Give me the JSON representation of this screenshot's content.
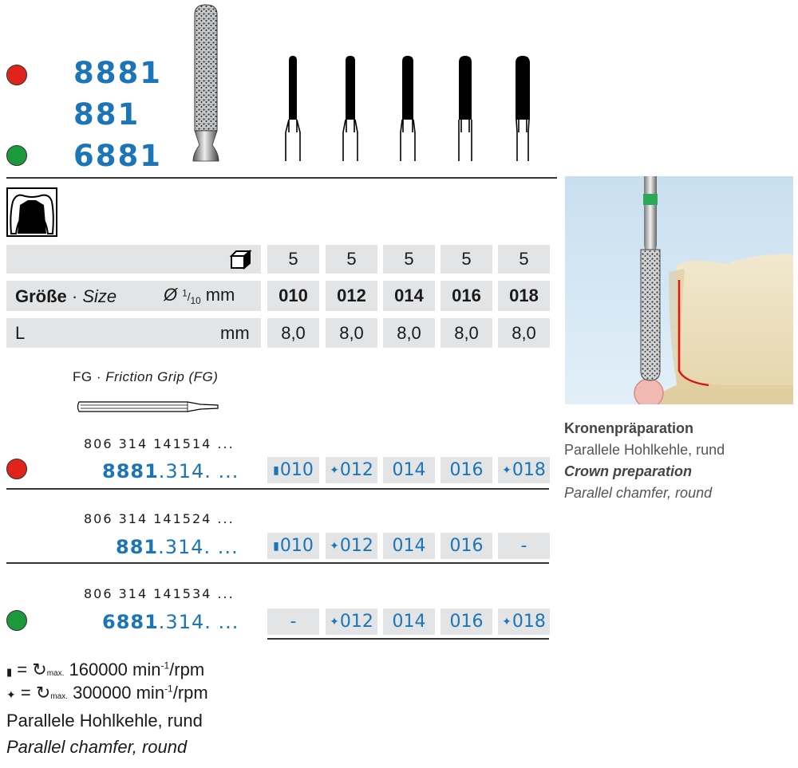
{
  "products": {
    "red_color": "#e0241b",
    "green_color": "#1a9a3c",
    "numbers": [
      "8881",
      "881",
      "6881"
    ]
  },
  "table": {
    "pack_values": [
      "5",
      "5",
      "5",
      "5",
      "5"
    ],
    "size_label_de": "Größe",
    "size_sep": " · ",
    "size_label_en": "Size",
    "size_unit": "mm",
    "size_values": [
      "010",
      "012",
      "014",
      "016",
      "018"
    ],
    "length_label": "L",
    "length_unit": "mm",
    "length_values": [
      "8,0",
      "8,0",
      "8,0",
      "8,0",
      "8,0"
    ]
  },
  "shank": {
    "label_prefix": "FG · ",
    "label_text": "Friction Grip (FG)"
  },
  "orders": [
    {
      "code": "806 314 141514 ...",
      "art_bold": "8881",
      "art_rest": ".314. ...",
      "cells": [
        {
          "mark": "slow",
          "value": "010"
        },
        {
          "mark": "fast",
          "value": "012"
        },
        {
          "mark": "",
          "value": "014"
        },
        {
          "mark": "",
          "value": "016"
        },
        {
          "mark": "fast",
          "value": "018"
        }
      ]
    },
    {
      "code": "806 314 141524 ...",
      "art_bold": "881",
      "art_rest": ".314. ...",
      "cells": [
        {
          "mark": "slow",
          "value": "010"
        },
        {
          "mark": "fast",
          "value": "012"
        },
        {
          "mark": "",
          "value": "014"
        },
        {
          "mark": "",
          "value": "016"
        },
        {
          "mark": "",
          "value": "-"
        }
      ]
    },
    {
      "code": "806 314 141534 ...",
      "art_bold": "6881",
      "art_rest": ".314. ...",
      "cells": [
        {
          "mark": "",
          "value": "-"
        },
        {
          "mark": "fast",
          "value": "012"
        },
        {
          "mark": "",
          "value": "014"
        },
        {
          "mark": "",
          "value": "016"
        },
        {
          "mark": "fast",
          "value": "018"
        }
      ]
    }
  ],
  "legend": {
    "eq": "=",
    "max": "max.",
    "slow_value": "160000 min",
    "fast_value": "300000 min",
    "exp": "-1",
    "unit": "/rpm",
    "desc_de": "Parallele Hohlkehle, rund",
    "desc_en": "Parallel chamfer, round"
  },
  "caption": {
    "title_de": "Kronenpräparation",
    "sub_de": "Parallele Hohlkehle, rund",
    "title_en": "Crown preparation",
    "sub_en": "Parallel chamfer, round"
  }
}
